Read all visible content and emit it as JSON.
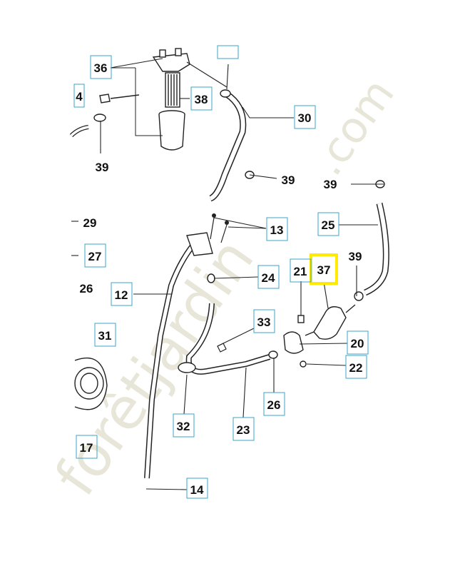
{
  "watermark": {
    "text_main": "forêtjardin",
    "text_tld": ".com",
    "accent_orange": "#f2a65a",
    "accent_green": "#cfe3a2"
  },
  "colors": {
    "callout_border": "#3aa6c8",
    "highlight_border": "#ffea00",
    "line": "#222222"
  },
  "labels": {
    "p36": "36",
    "p4": "4",
    "p38": "38",
    "p39a": "39",
    "p30": "30",
    "p39b": "39",
    "p39c": "39",
    "p29": "29",
    "p13": "13",
    "p25": "25",
    "p27": "27",
    "p37": "37",
    "p21": "21",
    "p39d": "39",
    "p26a": "26",
    "p24": "24",
    "p12": "12",
    "p33": "33",
    "p31": "31",
    "p20": "20",
    "p22": "22",
    "p26b": "26",
    "p32": "32",
    "p23": "23",
    "p17": "17",
    "p14": "14"
  }
}
